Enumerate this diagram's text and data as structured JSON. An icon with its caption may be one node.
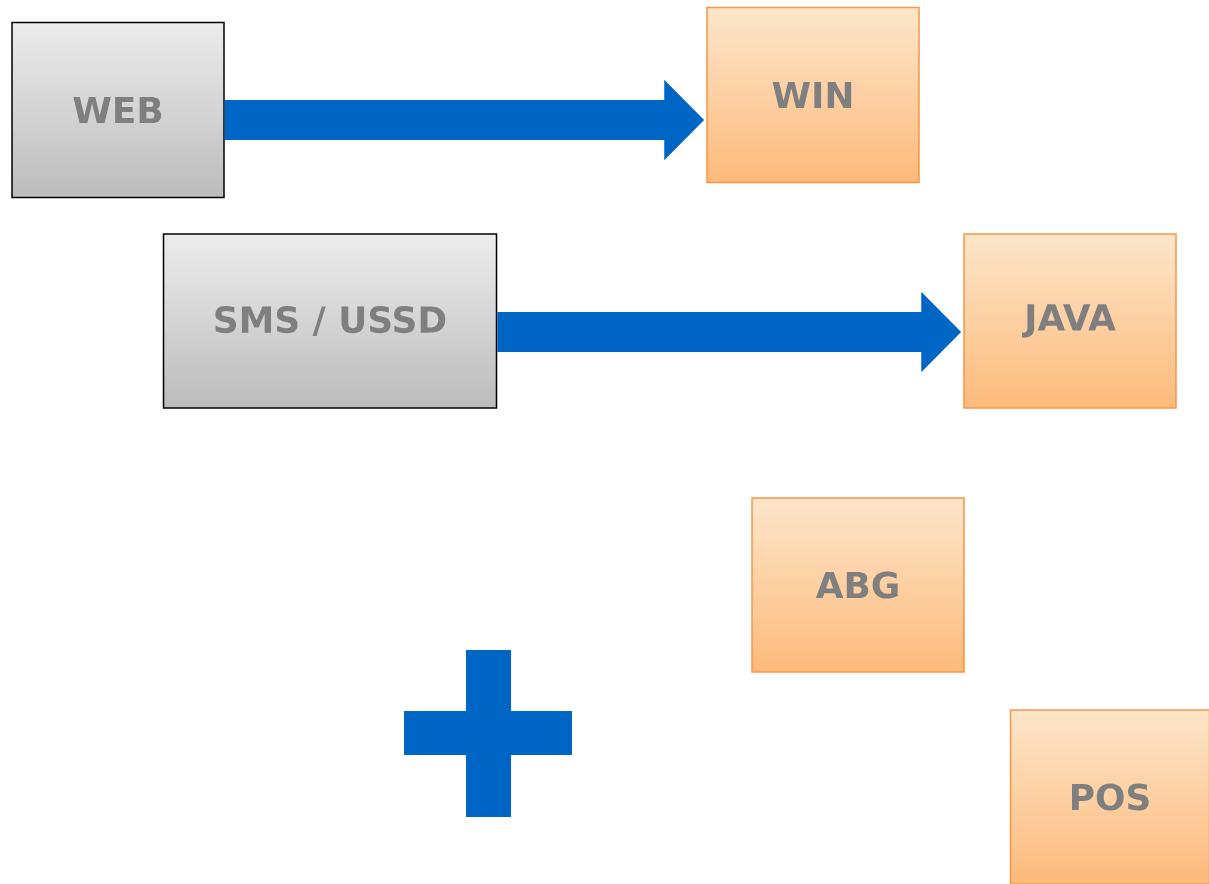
{
  "diagram": {
    "nodes": [
      {
        "text": [
          "WEB"
        ]
      },
      {
        "text": [
          "SMS / USSD"
        ]
      },
      {
        "text": [
          "WIN"
        ]
      },
      {
        "text": [
          "JAVA"
        ]
      },
      {
        "text": [
          "ABG"
        ]
      },
      {
        "text": [
          "POS"
        ]
      }
    ],
    "edges": [
      {
        "from": 0,
        "to": 2,
        "arrow": "to"
      },
      {
        "from": 1,
        "to": 3,
        "arrow": "to"
      }
    ]
  }
}
